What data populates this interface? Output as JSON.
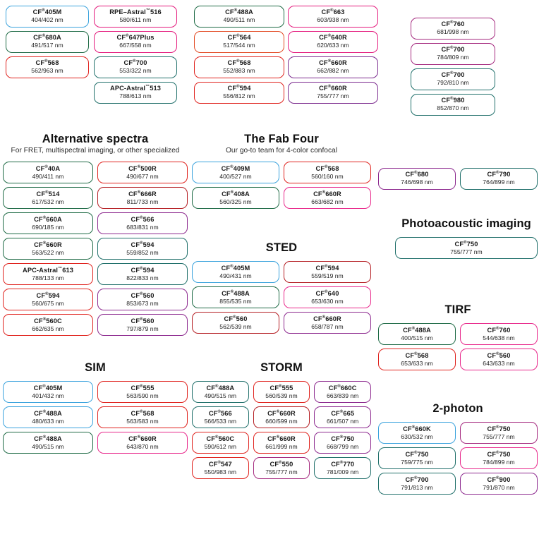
{
  "document": {
    "title": "CF Dye Selection Chart"
  },
  "palette": {
    "lightblue": "#3ba3dd",
    "green": "#1f6b46",
    "teal": "#21706b",
    "red": "#e0241f",
    "darkred": "#b51f24",
    "orangered": "#e34a23",
    "magenta": "#e4197c",
    "pink": "#e8288b",
    "purple": "#8d2a8f",
    "violet": "#7b2a8e",
    "plum": "#a52a7f",
    "text": "#1a1a1a",
    "background": "#ffffff"
  },
  "sections": [
    {
      "id": "top-col-1",
      "title": "",
      "subtitle": "",
      "columns": 1,
      "items": [
        {
          "name": "CF",
          "sup": "®",
          "number": "405M",
          "spec": "404/402 nm",
          "color": "lightblue"
        },
        {
          "name": "CF",
          "sup": "®",
          "number": "680A",
          "spec": "491/517 nm",
          "color": "green"
        },
        {
          "name": "CF",
          "sup": "®",
          "number": "568",
          "spec": "562/963 nm",
          "color": "red"
        }
      ]
    },
    {
      "id": "top-col-2",
      "title": "",
      "subtitle": "",
      "columns": 1,
      "items": [
        {
          "name": "RPE–Astral",
          "sup": "™",
          "number": "516",
          "spec": "580/611 nm",
          "color": "magenta"
        },
        {
          "name": "CF",
          "sup": "®",
          "number": "647Plus",
          "spec": "667/558 nm",
          "color": "magenta"
        },
        {
          "name": "CF",
          "sup": "®",
          "number": "700",
          "spec": "553/322 nm",
          "color": "teal"
        },
        {
          "name": "APC-Astral",
          "sup": "™",
          "number": "513",
          "spec": "788/613 nm",
          "color": "teal"
        }
      ]
    },
    {
      "id": "top-col-3",
      "title": "",
      "subtitle": "",
      "columns": 1,
      "items": [
        {
          "name": "CF",
          "sup": "®",
          "number": "488A",
          "spec": "490/511 nm",
          "color": "green"
        },
        {
          "name": "CF",
          "sup": "®",
          "number": "564",
          "spec": "517/544 nm",
          "color": "orangered"
        },
        {
          "name": "CF",
          "sup": "®",
          "number": "568",
          "spec": "552/883 nm",
          "color": "red"
        },
        {
          "name": "CF",
          "sup": "®",
          "number": "594",
          "spec": "556/812 nm",
          "color": "red"
        }
      ]
    },
    {
      "id": "top-col-4",
      "title": "",
      "subtitle": "",
      "columns": 1,
      "items": [
        {
          "name": "CF",
          "sup": "®",
          "number": "663",
          "spec": "603/938 nm",
          "color": "magenta"
        },
        {
          "name": "CF",
          "sup": "®",
          "number": "640R",
          "spec": "620/633 nm",
          "color": "magenta"
        },
        {
          "name": "CF",
          "sup": "®",
          "number": "660R",
          "spec": "662/882 nm",
          "color": "violet"
        },
        {
          "name": "CF",
          "sup": "®",
          "number": "660R",
          "spec": "755/777 nm",
          "color": "violet"
        }
      ]
    },
    {
      "id": "top-col-5",
      "title": "",
      "subtitle": "",
      "columns": 1,
      "items": [
        {
          "name": "CF",
          "sup": "®",
          "number": "760",
          "spec": "681/998 nm",
          "color": "plum"
        },
        {
          "name": "CF",
          "sup": "®",
          "number": "700",
          "spec": "784/809 nm",
          "color": "plum"
        },
        {
          "name": "CF",
          "sup": "®",
          "number": "700",
          "spec": "792/810 nm",
          "color": "teal"
        },
        {
          "name": "CF",
          "sup": "®",
          "number": "980",
          "spec": "852/870 nm",
          "color": "teal"
        }
      ]
    },
    {
      "id": "alternative-spectra",
      "title": "Alternative spectra",
      "subtitle": "For FRET, multispectral imaging, or other specialized",
      "columns": 2,
      "items": [
        {
          "name": "CF",
          "sup": "®",
          "number": "40A",
          "spec": "490/411 nm",
          "color": "green"
        },
        {
          "name": "CF",
          "sup": "®",
          "number": "500R",
          "spec": "490/677 nm",
          "color": "red"
        },
        {
          "name": "CF",
          "sup": "®",
          "number": "514",
          "spec": "617/532 nm",
          "color": "green"
        },
        {
          "name": "CF",
          "sup": "®",
          "number": "666R",
          "spec": "811/733 nm",
          "color": "darkred"
        },
        {
          "name": "CF",
          "sup": "®",
          "number": "660A",
          "spec": "690/185 nm",
          "color": "green"
        },
        {
          "name": "CF",
          "sup": "®",
          "number": "566",
          "spec": "683/831 nm",
          "color": "purple"
        },
        {
          "name": "CF",
          "sup": "®",
          "number": "660R",
          "spec": "563/522 nm",
          "color": "green"
        },
        {
          "name": "CF",
          "sup": "®",
          "number": "594",
          "spec": "559/852 nm",
          "color": "teal"
        },
        {
          "name": "APC-Astral",
          "sup": "™",
          "number": "613",
          "spec": "788/133 nm",
          "color": "red"
        },
        {
          "name": "CF",
          "sup": "®",
          "number": "594",
          "spec": "822/833 nm",
          "color": "teal"
        },
        {
          "name": "CF",
          "sup": "®",
          "number": "594",
          "spec": "560/675 nm",
          "color": "red"
        },
        {
          "name": "CF",
          "sup": "®",
          "number": "560",
          "spec": "853/673 nm",
          "color": "purple"
        },
        {
          "name": "CF",
          "sup": "®",
          "number": "560C",
          "spec": "662/635 nm",
          "color": "red"
        },
        {
          "name": "CF",
          "sup": "®",
          "number": "560",
          "spec": "797/879 nm",
          "color": "purple"
        }
      ]
    },
    {
      "id": "the-fab-four",
      "title": "The Fab Four",
      "subtitle": "Our go-to team for 4-color confocal",
      "columns": 2,
      "items": [
        {
          "name": "CF",
          "sup": "®",
          "number": "409M",
          "spec": "400/527 nm",
          "color": "lightblue"
        },
        {
          "name": "CF",
          "sup": "®",
          "number": "568",
          "spec": "560/160 nm",
          "color": "red"
        },
        {
          "name": "CF",
          "sup": "®",
          "number": "408A",
          "spec": "560/325 nm",
          "color": "green"
        },
        {
          "name": "CF",
          "sup": "®",
          "number": "660R",
          "spec": "663/682 nm",
          "color": "pink"
        }
      ]
    },
    {
      "id": "sted",
      "title": "STED",
      "subtitle": "",
      "columns": 2,
      "items": [
        {
          "name": "CF",
          "sup": "®",
          "number": "405M",
          "spec": "490/431 nm",
          "color": "lightblue"
        },
        {
          "name": "CF",
          "sup": "®",
          "number": "594",
          "spec": "559/519 nm",
          "color": "darkred"
        },
        {
          "name": "CF",
          "sup": "®",
          "number": "488A",
          "spec": "855/535 nm",
          "color": "green"
        },
        {
          "name": "CF",
          "sup": "®",
          "number": "640",
          "spec": "653/630 nm",
          "color": "pink"
        },
        {
          "name": "CF",
          "sup": "®",
          "number": "560",
          "spec": "562/539 nm",
          "color": "darkred"
        },
        {
          "name": "CF",
          "sup": "®",
          "number": "660R",
          "spec": "658/787 nm",
          "color": "purple"
        }
      ]
    },
    {
      "id": "sim",
      "title": "SIM",
      "subtitle": "",
      "columns": 2,
      "items": [
        {
          "name": "CF",
          "sup": "®",
          "number": "405M",
          "spec": "401/432 nm",
          "color": "lightblue"
        },
        {
          "name": "CF",
          "sup": "®",
          "number": "555",
          "spec": "563/590 nm",
          "color": "red"
        },
        {
          "name": "CF",
          "sup": "®",
          "number": "488A",
          "spec": "480/633 nm",
          "color": "lightblue"
        },
        {
          "name": "CF",
          "sup": "®",
          "number": "568",
          "spec": "563/583 nm",
          "color": "red"
        },
        {
          "name": "CF",
          "sup": "®",
          "number": "488A",
          "spec": "490/515 nm",
          "color": "green"
        },
        {
          "name": "CF",
          "sup": "®",
          "number": "660R",
          "spec": "643/870 nm",
          "color": "pink"
        }
      ]
    },
    {
      "id": "storm",
      "title": "STORM",
      "subtitle": "",
      "columns": 3,
      "items": [
        {
          "name": "CF",
          "sup": "®",
          "number": "488A",
          "spec": "490/515 nm",
          "color": "teal"
        },
        {
          "name": "CF",
          "sup": "®",
          "number": "555",
          "spec": "560/539 nm",
          "color": "red"
        },
        {
          "name": "CF",
          "sup": "®",
          "number": "660C",
          "spec": "663/839 nm",
          "color": "purple"
        },
        {
          "name": "CF",
          "sup": "®",
          "number": "566",
          "spec": "566/533 nm",
          "color": "teal"
        },
        {
          "name": "CF",
          "sup": "®",
          "number": "660R",
          "spec": "660/599 nm",
          "color": "darkred"
        },
        {
          "name": "CF",
          "sup": "®",
          "number": "665",
          "spec": "661/507 nm",
          "color": "purple"
        },
        {
          "name": "CF",
          "sup": "®",
          "number": "560C",
          "spec": "590/612 nm",
          "color": "red"
        },
        {
          "name": "CF",
          "sup": "®",
          "number": "660R",
          "spec": "661/999 nm",
          "color": "red"
        },
        {
          "name": "CF",
          "sup": "®",
          "number": "750",
          "spec": "668/799 nm",
          "color": "purple"
        },
        {
          "name": "CF",
          "sup": "®",
          "number": "547",
          "spec": "550/983 nm",
          "color": "red"
        },
        {
          "name": "CF",
          "sup": "®",
          "number": "550",
          "spec": "755/777 nm",
          "color": "plum"
        },
        {
          "name": "CF",
          "sup": "®",
          "number": "770",
          "spec": "781/009 nm",
          "color": "teal"
        }
      ]
    },
    {
      "id": "right-pair",
      "title": "",
      "subtitle": "",
      "columns": 2,
      "items": [
        {
          "name": "CF",
          "sup": "®",
          "number": "680",
          "spec": "746/698 nm",
          "color": "purple"
        },
        {
          "name": "CF",
          "sup": "®",
          "number": "790",
          "spec": "764/899 nm",
          "color": "teal"
        }
      ]
    },
    {
      "id": "photoacoustic-imaging",
      "title": "Photoacoustic imaging",
      "subtitle": "",
      "columns": 1,
      "items": [
        {
          "name": "CF",
          "sup": "®",
          "number": "750",
          "spec": "755/777 nm",
          "color": "teal"
        }
      ]
    },
    {
      "id": "tirf",
      "title": "TIRF",
      "subtitle": "",
      "columns": 2,
      "items": [
        {
          "name": "CF",
          "sup": "®",
          "number": "488A",
          "spec": "400/515 nm",
          "color": "green"
        },
        {
          "name": "CF",
          "sup": "®",
          "number": "760",
          "spec": "544/638 nm",
          "color": "pink"
        },
        {
          "name": "CF",
          "sup": "®",
          "number": "568",
          "spec": "653/633 nm",
          "color": "red"
        },
        {
          "name": "CF",
          "sup": "®",
          "number": "560",
          "spec": "643/633 nm",
          "color": "pink"
        }
      ]
    },
    {
      "id": "two-photon",
      "title": "2-photon",
      "subtitle": "",
      "columns": 2,
      "items": [
        {
          "name": "CF",
          "sup": "®",
          "number": "660K",
          "spec": "630/532 nm",
          "color": "lightblue"
        },
        {
          "name": "CF",
          "sup": "®",
          "number": "750",
          "spec": "755/777 nm",
          "color": "plum"
        },
        {
          "name": "CF",
          "sup": "®",
          "number": "750",
          "spec": "759/775 nm",
          "color": "teal"
        },
        {
          "name": "CF",
          "sup": "®",
          "number": "750",
          "spec": "784/899 nm",
          "color": "pink"
        },
        {
          "name": "CF",
          "sup": "®",
          "number": "700",
          "spec": "791/813 nm",
          "color": "teal"
        },
        {
          "name": "CF",
          "sup": "®",
          "number": "900",
          "spec": "791/870 nm",
          "color": "purple"
        }
      ]
    }
  ]
}
